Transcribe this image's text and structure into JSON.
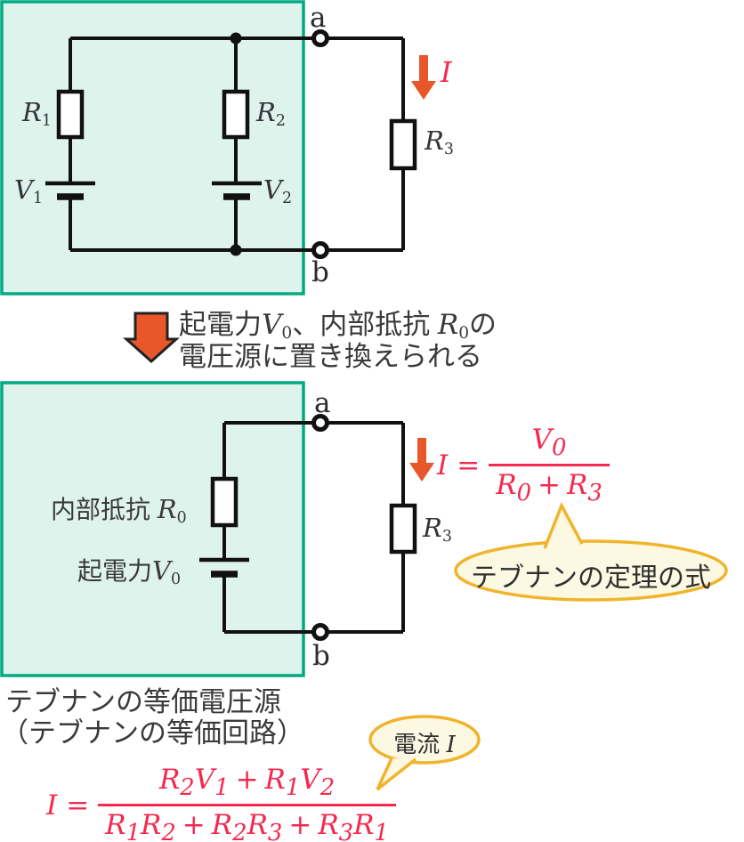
{
  "colors": {
    "box_fill": "#def3ec",
    "box_border": "#00a982",
    "wire": "#111111",
    "arrow_orange": "#e8562a",
    "arrow_outline": "#222222",
    "formula_red": "#f5294e",
    "bubble_border": "#f0b42c",
    "bubble_fill": "#fdf8e1",
    "text_dark": "#3a3a3a"
  },
  "circuit1": {
    "terminal_a": "a",
    "terminal_b": "b",
    "r1": {
      "b": "R",
      "s": "1"
    },
    "r2": {
      "b": "R",
      "s": "2"
    },
    "r3": {
      "b": "R",
      "s": "3"
    },
    "v1": {
      "b": "V",
      "s": "1"
    },
    "v2": {
      "b": "V",
      "s": "2"
    },
    "current": "I"
  },
  "transition": {
    "line1_seg1": "起電力",
    "line1_sym1": {
      "b": "V",
      "s": "0"
    },
    "line1_seg2": "、内部抵抗 ",
    "line1_sym2": {
      "b": "R",
      "s": "0"
    },
    "line1_seg3": "の",
    "line2": "電圧源に置き換えられる"
  },
  "circuit2": {
    "terminal_a": "a",
    "terminal_b": "b",
    "r0_label": "内部抵抗 ",
    "r0": {
      "b": "R",
      "s": "0"
    },
    "v0_label": "起電力",
    "v0": {
      "b": "V",
      "s": "0"
    },
    "r3": {
      "b": "R",
      "s": "3"
    },
    "formula": {
      "lhs": "I",
      "eq": "=",
      "num": {
        "b": "V",
        "s": "0"
      },
      "den_1": {
        "b": "R",
        "s": "0"
      },
      "den_plus": "+",
      "den_2": {
        "b": "R",
        "s": "3"
      }
    },
    "bubble": "テブナンの定理の式"
  },
  "footer": {
    "caption_line1": "テブナンの等価電圧源",
    "caption_line2": "（テブナンの等価回路）",
    "bubble_label": "電流 ",
    "bubble_sym": "I",
    "formula": {
      "lhs": "I",
      "eq": "=",
      "num": [
        {
          "b": "R",
          "s": "2"
        },
        {
          "b": "V",
          "s": "1"
        },
        {
          "plus": "+"
        },
        {
          "b": "R",
          "s": "1"
        },
        {
          "b": "V",
          "s": "2"
        }
      ],
      "den": [
        {
          "b": "R",
          "s": "1"
        },
        {
          "b": "R",
          "s": "2"
        },
        {
          "plus": "+"
        },
        {
          "b": "R",
          "s": "2"
        },
        {
          "b": "R",
          "s": "3"
        },
        {
          "plus": "+"
        },
        {
          "b": "R",
          "s": "3"
        },
        {
          "b": "R",
          "s": "1"
        }
      ]
    }
  }
}
